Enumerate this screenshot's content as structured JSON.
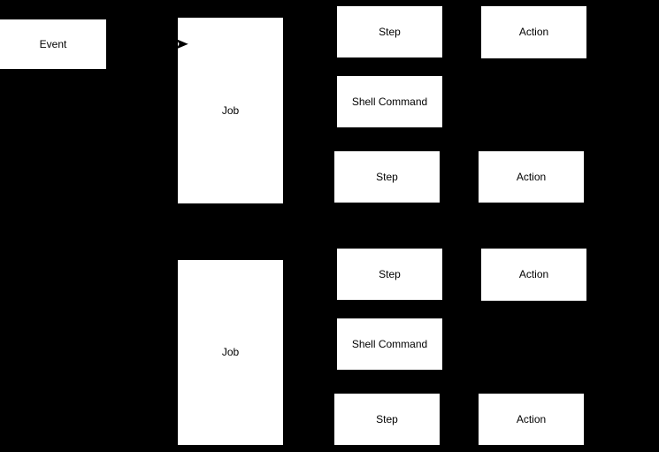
{
  "diagram": {
    "colors": {
      "background": "#000000",
      "node_fill": "#ffffff",
      "node_text": "#000000",
      "connector": "#000000"
    },
    "nodes": {
      "event": {
        "label": "Event"
      },
      "job1": {
        "label": "Job"
      },
      "job2": {
        "label": "Job"
      },
      "step1": {
        "label": "Step"
      },
      "shell1": {
        "label": "Shell Command"
      },
      "step2": {
        "label": "Step"
      },
      "step3": {
        "label": "Step"
      },
      "shell2": {
        "label": "Shell Command"
      },
      "step4": {
        "label": "Step"
      },
      "action1": {
        "label": "Action"
      },
      "action2": {
        "label": "Action"
      },
      "action3": {
        "label": "Action"
      },
      "action4": {
        "label": "Action"
      }
    },
    "connectors": [
      {
        "from": "event",
        "to": "job1",
        "style": "arrow-right"
      }
    ]
  }
}
